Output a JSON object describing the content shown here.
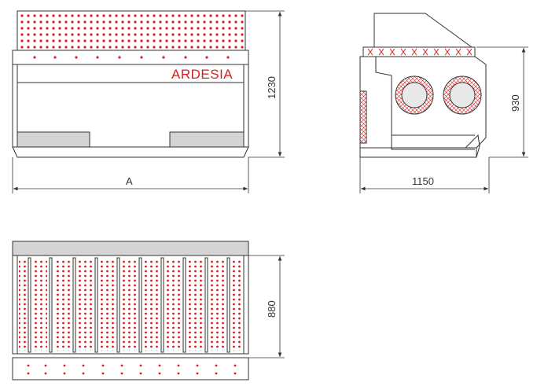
{
  "front_view": {
    "brand_label": "ARDESIA",
    "width_label": "A",
    "height_label": "1230"
  },
  "side_view": {
    "depth_label": "1150",
    "height_label": "930"
  },
  "top_view": {
    "depth_label": "880"
  },
  "colors": {
    "line": "#333333",
    "dot": "#d81e1e",
    "hatch": "#d81e1e",
    "panel_fill": "#d4d4d4",
    "disc_fill": "#e8e8e8"
  }
}
